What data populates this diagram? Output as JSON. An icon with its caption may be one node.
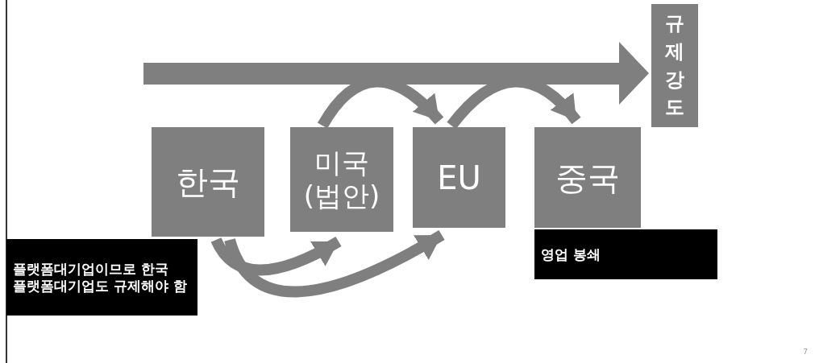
{
  "diagram": {
    "nodes": [
      {
        "text": [
          "규제강도"
        ]
      },
      {
        "text": [
          "한국"
        ]
      },
      {
        "text": [
          "미국 (법안)"
        ]
      },
      {
        "text": [
          "EU"
        ]
      },
      {
        "text": [
          "중국"
        ]
      },
      {
        "text": [
          "플랫폼대기업이므로 한국 플랫폼대기업도 규제해야 함"
        ]
      },
      {
        "text": [
          "영업 봉쇄"
        ]
      }
    ],
    "edges": [
      {
        "from": 1,
        "to": 2,
        "arrow": "to"
      },
      {
        "from": 1,
        "to": 3,
        "arrow": "to"
      },
      {
        "from": 2,
        "to": 3,
        "arrow": "to"
      },
      {
        "from": 3,
        "to": 4,
        "arrow": "to"
      }
    ],
    "labels": [
      "7"
    ]
  }
}
